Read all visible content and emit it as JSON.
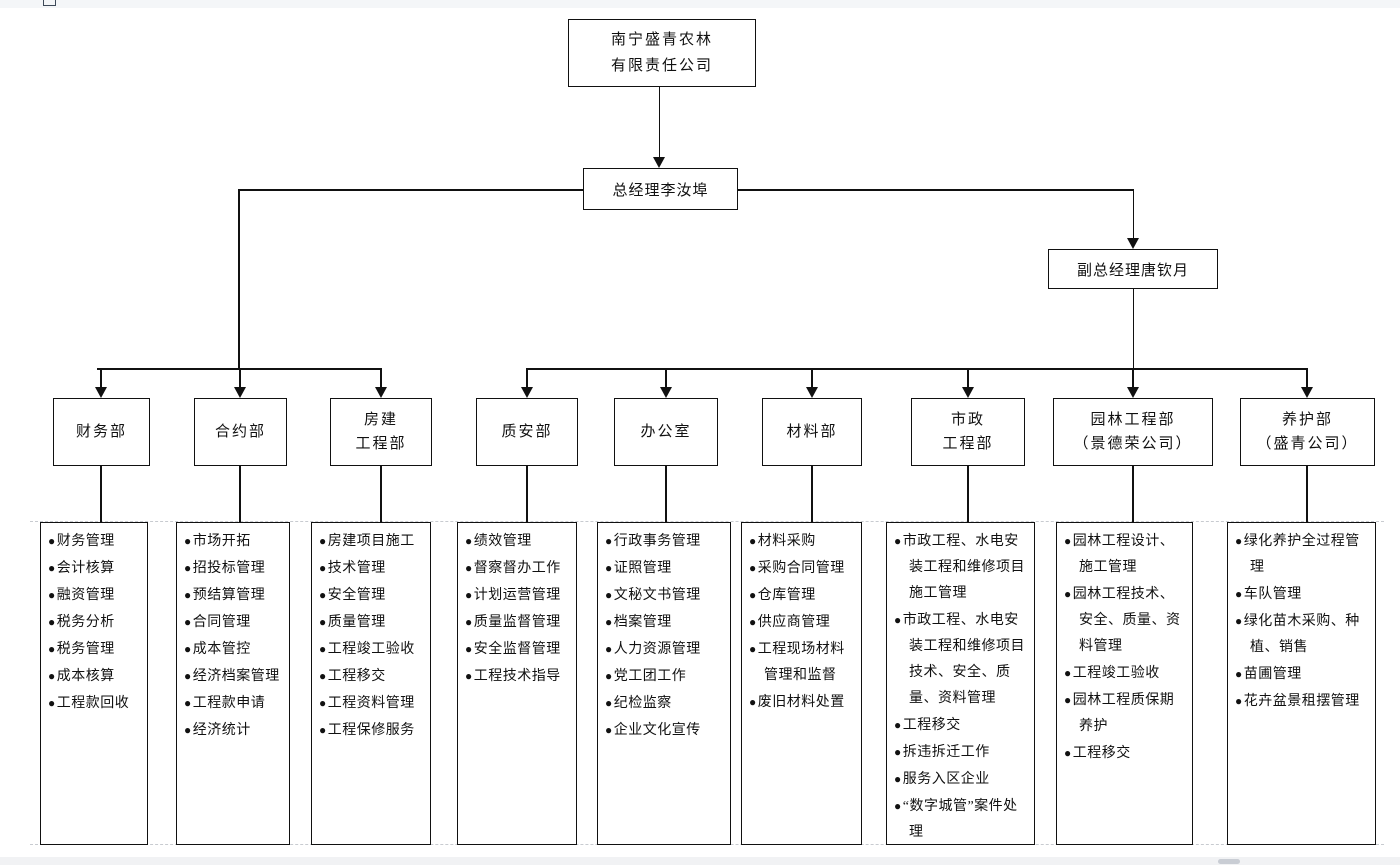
{
  "chart": {
    "company": {
      "line1": "南宁盛青农林",
      "line2": "有限责任公司"
    },
    "general_manager": "总经理李汝埠",
    "deputy_general_manager": "副总经理唐钦月",
    "bullet_glyph": "●",
    "departments": [
      {
        "name_lines": [
          "财务部"
        ],
        "items": [
          "财务管理",
          "会计核算",
          "融资管理",
          "税务分析",
          "税务管理",
          "成本核算",
          "工程款回收"
        ]
      },
      {
        "name_lines": [
          "合约部"
        ],
        "items": [
          "市场开拓",
          "招投标管理",
          "预结算管理",
          "合同管理",
          "成本管控",
          "经济档案管理",
          "工程款申请",
          "经济统计"
        ]
      },
      {
        "name_lines": [
          "房建",
          "工程部"
        ],
        "items": [
          "房建项目施工",
          "技术管理",
          "安全管理",
          "质量管理",
          "工程竣工验收",
          "工程移交",
          "工程资料管理",
          "工程保修服务"
        ]
      },
      {
        "name_lines": [
          "质安部"
        ],
        "items": [
          "绩效管理",
          "督察督办工作",
          "计划运营管理",
          "质量监督管理",
          "安全监督管理",
          "工程技术指导"
        ]
      },
      {
        "name_lines": [
          "办公室"
        ],
        "items": [
          "行政事务管理",
          "证照管理",
          "文秘文书管理",
          "档案管理",
          "人力资源管理",
          "党工团工作",
          "纪检监察",
          "企业文化宣传"
        ]
      },
      {
        "name_lines": [
          "材料部"
        ],
        "items": [
          "材料采购",
          "采购合同管理",
          "仓库管理",
          "供应商管理",
          "工程现场材料管理和监督",
          "废旧材料处置"
        ]
      },
      {
        "name_lines": [
          "市政",
          "工程部"
        ],
        "items": [
          "市政工程、水电安装工程和维修项目施工管理",
          "市政工程、水电安装工程和维修项目技术、安全、质量、资料管理",
          "工程移交",
          "拆违拆迁工作",
          "服务入区企业",
          "“数字城管”案件处理"
        ]
      },
      {
        "name_lines": [
          "园林工程部",
          "（景德荣公司）"
        ],
        "items": [
          "园林工程设计、施工管理",
          "园林工程技术、安全、质量、资料管理",
          "工程竣工验收",
          "园林工程质保期养护",
          "工程移交"
        ]
      },
      {
        "name_lines": [
          "养护部",
          "（盛青公司）"
        ],
        "items": [
          "绿化养护全过程管理",
          "车队管理",
          "绿化苗木采购、种植、销售",
          "苗圃管理",
          "花卉盆景租摆管理"
        ]
      }
    ]
  }
}
